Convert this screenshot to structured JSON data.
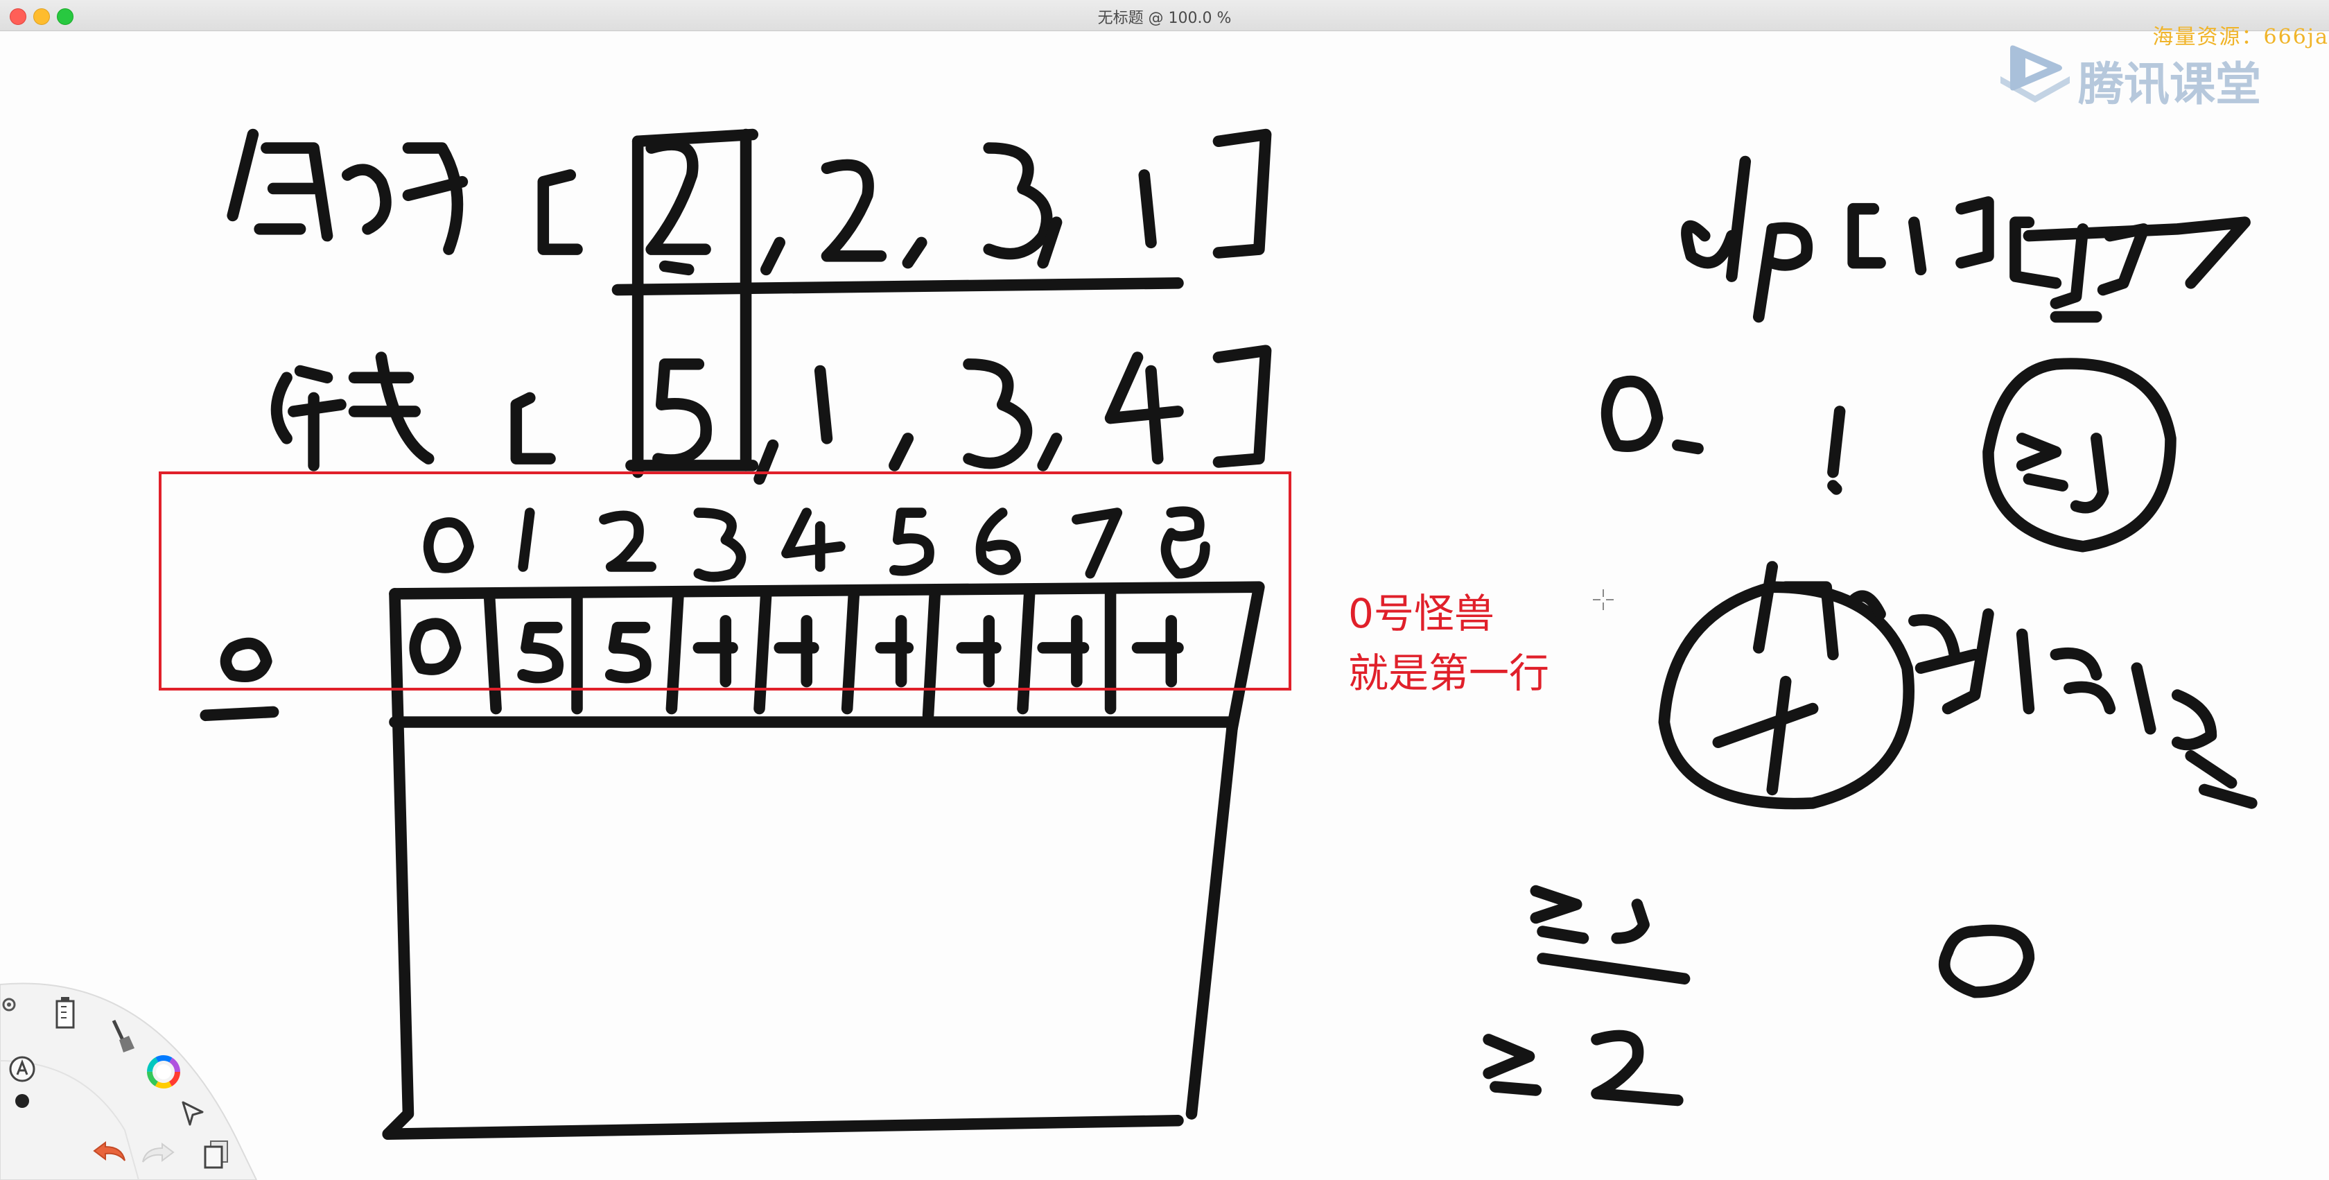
{
  "window": {
    "title": "无标题 @ 100.0 %"
  },
  "watermark": "海量资源：666ja",
  "brand": {
    "name": "腾讯课堂",
    "icon": "play-icon"
  },
  "annotation": {
    "line1": "0号怪兽",
    "line2": "就是第一行",
    "color": "#e0202a"
  },
  "colors": {
    "ink": "#141414",
    "highlight": "#e0202a"
  },
  "toolbar": {
    "tools": [
      "settings-icon",
      "ruler-icon",
      "brush-icon",
      "text-size-icon",
      "color-wheel-icon",
      "select-arrow-icon",
      "undo-icon",
      "redo-icon",
      "layers-icon"
    ]
  }
}
